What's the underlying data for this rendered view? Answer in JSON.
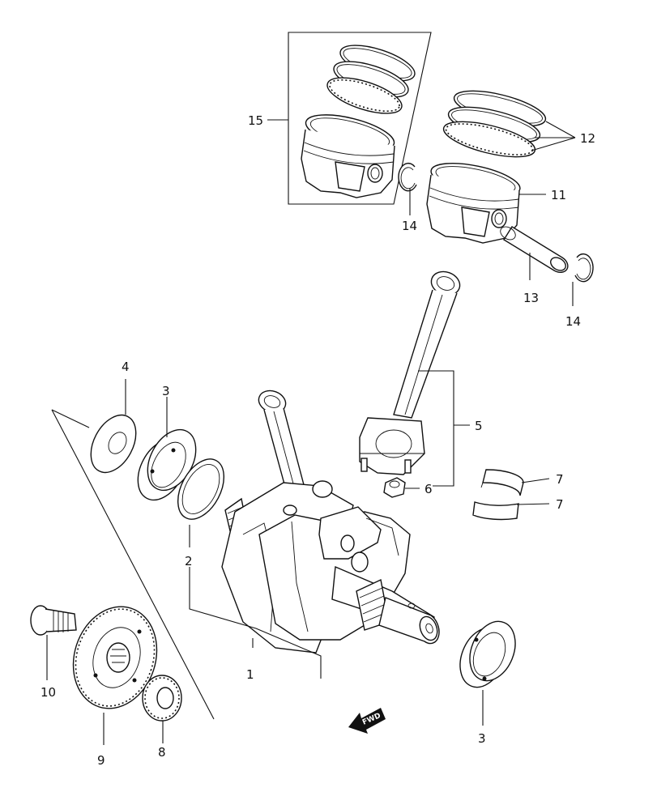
{
  "callouts": {
    "c1": "1",
    "c2": "2",
    "c3a": "3",
    "c3b": "3",
    "c4": "4",
    "c5": "5",
    "c6": "6",
    "c7a": "7",
    "c7b": "7",
    "c8": "8",
    "c9": "9",
    "c10": "10",
    "c11": "11",
    "c12": "12",
    "c13": "13",
    "c14a": "14",
    "c14b": "14",
    "c15": "15"
  },
  "fwd_label": "FWD"
}
